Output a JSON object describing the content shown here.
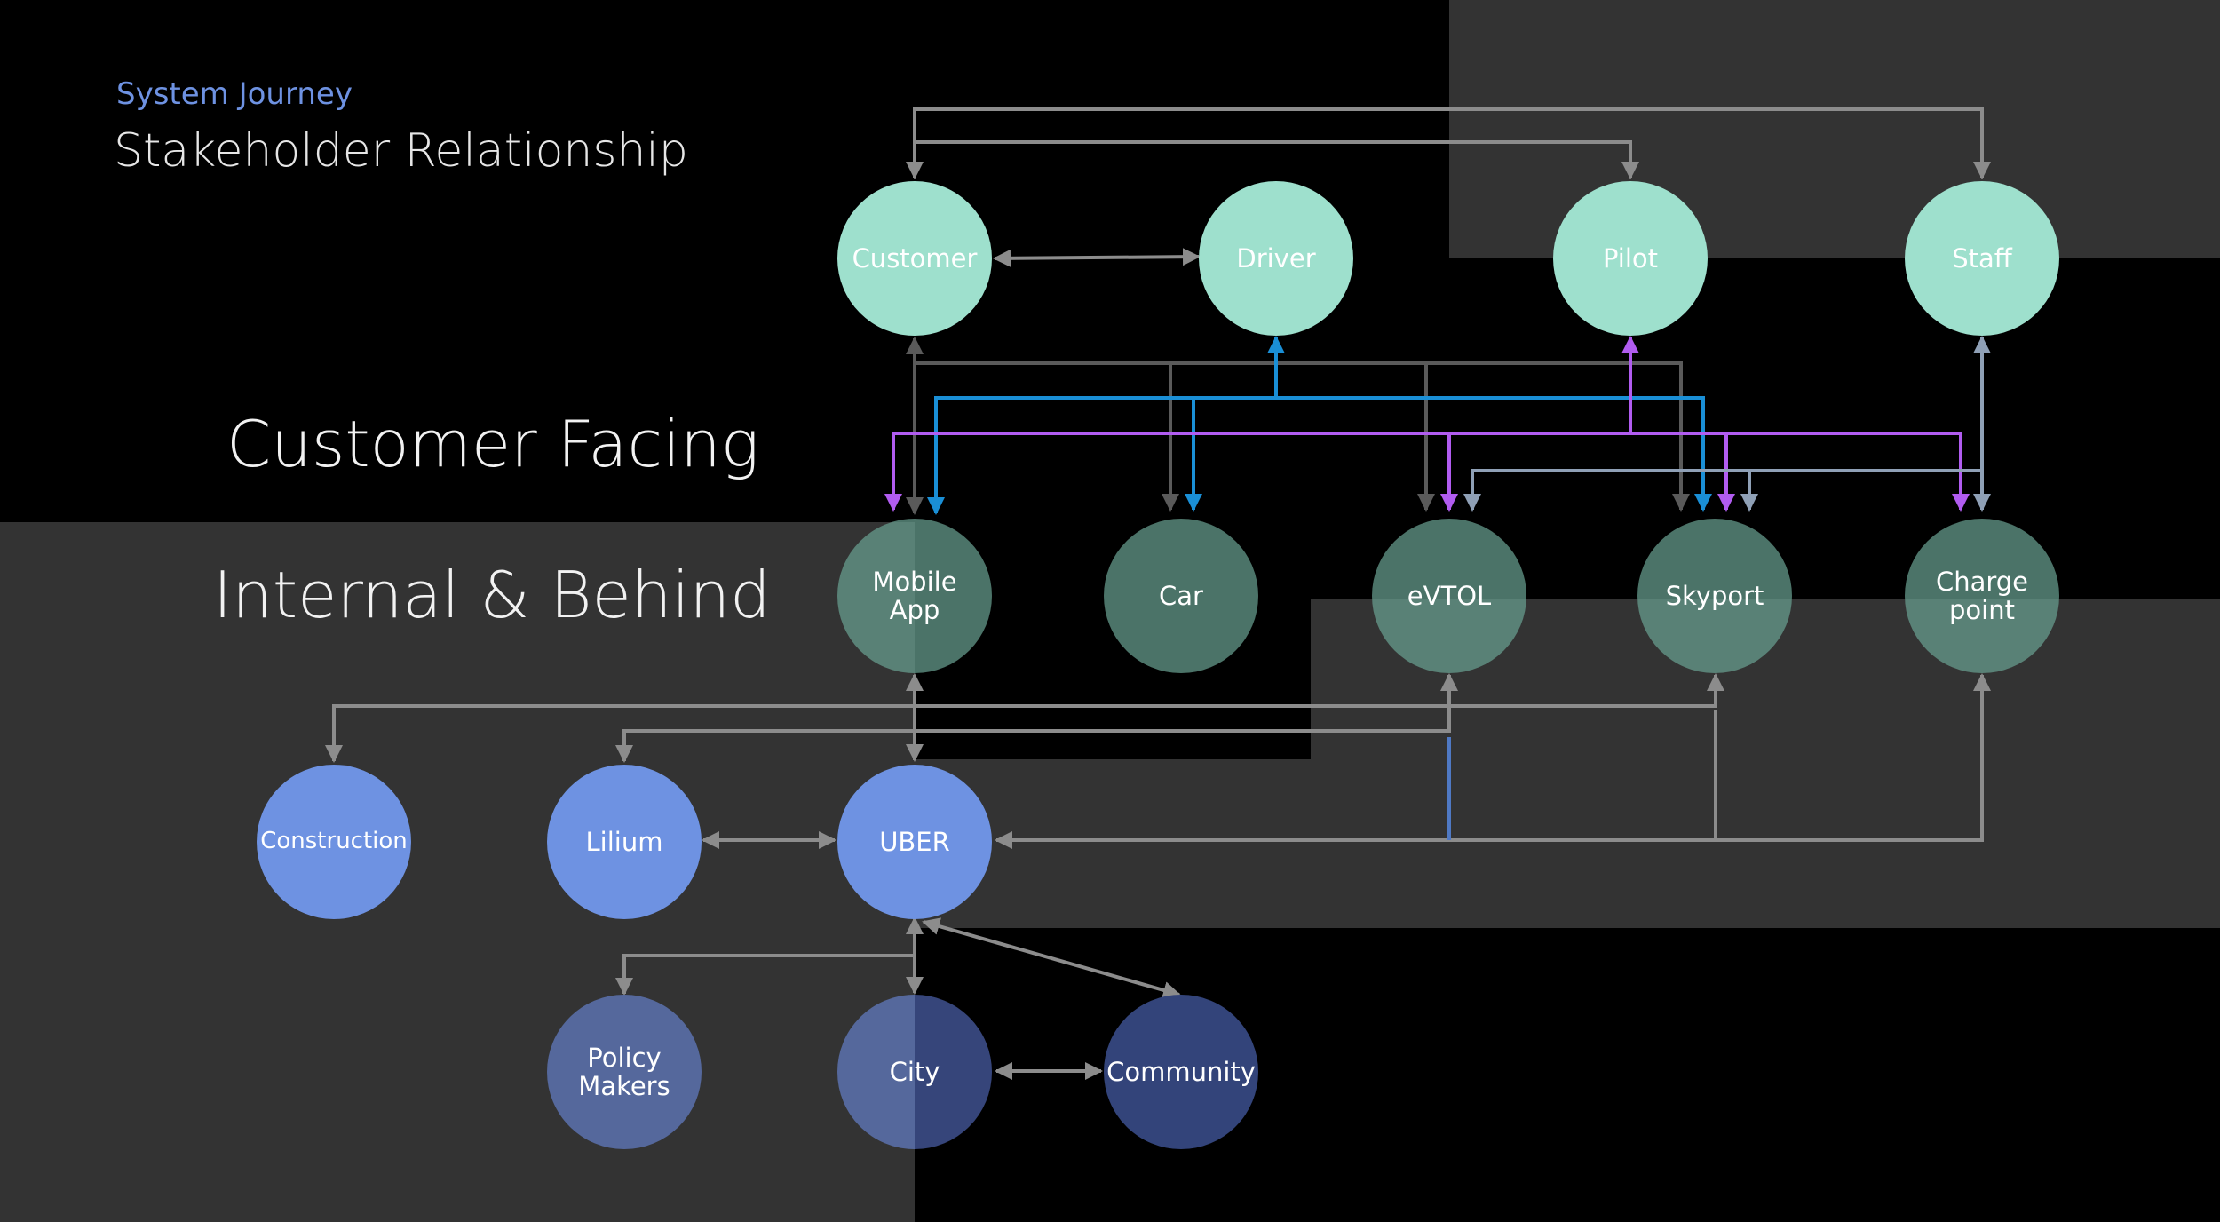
{
  "header": {
    "kicker": "System Journey",
    "title": "Stakeholder Relationship"
  },
  "sections": {
    "top": "Customer Facing",
    "bottom": "Internal & Behind"
  },
  "colors": {
    "background": "#000000",
    "panel": "#333333",
    "customer_node": "#9ee0cd",
    "internal_node": "#68a090",
    "partner_node": "#6e92e2",
    "public_node": "#42578f",
    "line_gray": "#8c8c8c",
    "line_dark": "#5a5a5a",
    "line_blue": "#1a8fd6",
    "line_purple": "#b15cf0",
    "line_steel": "#8fa0b6",
    "line_navy": "#4f79c4"
  },
  "nodes": {
    "customer": "Customer",
    "driver": "Driver",
    "pilot": "Pilot",
    "staff": "Staff",
    "mobile_app": "Mobile\nApp",
    "car": "Car",
    "evtol": "eVTOL",
    "skyport": "Skyport",
    "charge_point": "Charge\npoint",
    "construction": "Construction",
    "lilium": "Lilium",
    "uber": "UBER",
    "policy_makers": "Policy\nMakers",
    "city": "City",
    "community": "Community"
  }
}
